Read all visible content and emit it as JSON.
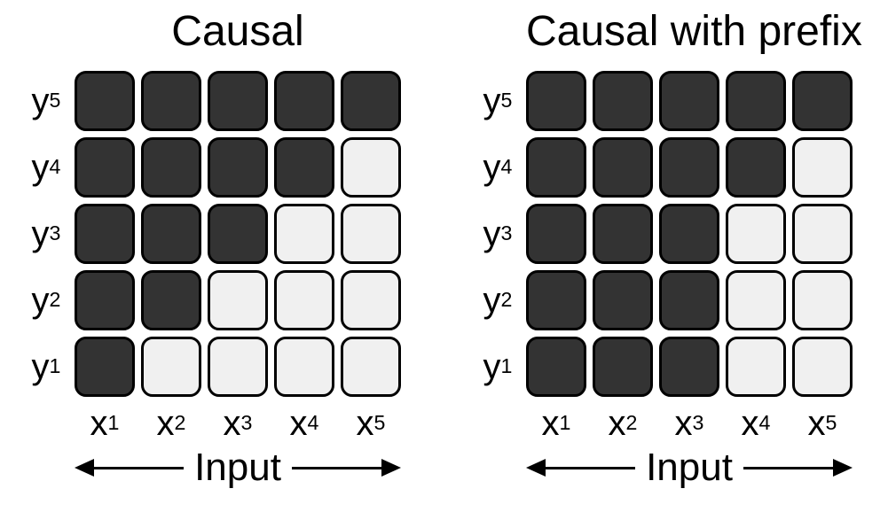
{
  "colors": {
    "attended": "#333333",
    "masked": "#f0f0f0",
    "cell_border": "#000000",
    "text": "#000000",
    "background": "#ffffff"
  },
  "input_label": "Input",
  "diagrams": [
    {
      "title": "Causal",
      "rows": [
        {
          "label": {
            "base": "y",
            "sub": "5"
          },
          "cells": [
            1,
            1,
            1,
            1,
            1
          ]
        },
        {
          "label": {
            "base": "y",
            "sub": "4"
          },
          "cells": [
            1,
            1,
            1,
            1,
            0
          ]
        },
        {
          "label": {
            "base": "y",
            "sub": "3"
          },
          "cells": [
            1,
            1,
            1,
            0,
            0
          ]
        },
        {
          "label": {
            "base": "y",
            "sub": "2"
          },
          "cells": [
            1,
            1,
            0,
            0,
            0
          ]
        },
        {
          "label": {
            "base": "y",
            "sub": "1"
          },
          "cells": [
            1,
            0,
            0,
            0,
            0
          ]
        }
      ],
      "cols": [
        {
          "base": "x",
          "sub": "1"
        },
        {
          "base": "x",
          "sub": "2"
        },
        {
          "base": "x",
          "sub": "3"
        },
        {
          "base": "x",
          "sub": "4"
        },
        {
          "base": "x",
          "sub": "5"
        }
      ]
    },
    {
      "title": "Causal with prefix",
      "rows": [
        {
          "label": {
            "base": "y",
            "sub": "5"
          },
          "cells": [
            1,
            1,
            1,
            1,
            1
          ]
        },
        {
          "label": {
            "base": "y",
            "sub": "4"
          },
          "cells": [
            1,
            1,
            1,
            1,
            0
          ]
        },
        {
          "label": {
            "base": "y",
            "sub": "3"
          },
          "cells": [
            1,
            1,
            1,
            0,
            0
          ]
        },
        {
          "label": {
            "base": "y",
            "sub": "2"
          },
          "cells": [
            1,
            1,
            1,
            0,
            0
          ]
        },
        {
          "label": {
            "base": "y",
            "sub": "1"
          },
          "cells": [
            1,
            1,
            1,
            0,
            0
          ]
        }
      ],
      "cols": [
        {
          "base": "x",
          "sub": "1"
        },
        {
          "base": "x",
          "sub": "2"
        },
        {
          "base": "x",
          "sub": "3"
        },
        {
          "base": "x",
          "sub": "4"
        },
        {
          "base": "x",
          "sub": "5"
        }
      ]
    }
  ]
}
